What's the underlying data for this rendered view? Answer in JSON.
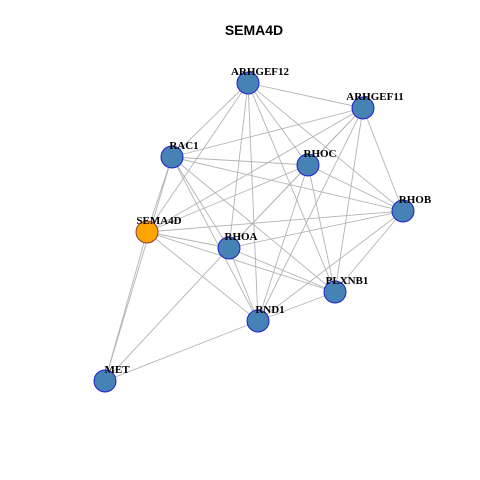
{
  "title": "SEMA4D",
  "colors": {
    "node_fill": "#4682b4",
    "node_stroke": "#1f1fcc",
    "highlight_fill": "#ffa500",
    "highlight_stroke": "#8b3a3a",
    "edge": "#b4b4b4"
  },
  "nodes": [
    {
      "id": "ARHGEF12",
      "label": "ARHGEF12",
      "highlight": false
    },
    {
      "id": "ARHGEF11",
      "label": "ARHGEF11",
      "highlight": false
    },
    {
      "id": "RAC1",
      "label": "RAC1",
      "highlight": false
    },
    {
      "id": "RHOC",
      "label": "RHOC",
      "highlight": false
    },
    {
      "id": "RHOB",
      "label": "RHOB",
      "highlight": false
    },
    {
      "id": "SEMA4D",
      "label": "SEMA4D",
      "highlight": true
    },
    {
      "id": "RHOA",
      "label": "RHOA",
      "highlight": false
    },
    {
      "id": "PLXNB1",
      "label": "PLXNB1",
      "highlight": false
    },
    {
      "id": "RND1",
      "label": "RND1",
      "highlight": false
    },
    {
      "id": "MET",
      "label": "MET",
      "highlight": false
    }
  ],
  "edges": [
    [
      "ARHGEF12",
      "ARHGEF11"
    ],
    [
      "ARHGEF12",
      "RAC1"
    ],
    [
      "ARHGEF12",
      "RHOC"
    ],
    [
      "ARHGEF12",
      "RHOB"
    ],
    [
      "ARHGEF12",
      "RHOA"
    ],
    [
      "ARHGEF12",
      "PLXNB1"
    ],
    [
      "ARHGEF12",
      "RND1"
    ],
    [
      "ARHGEF12",
      "SEMA4D"
    ],
    [
      "ARHGEF11",
      "RAC1"
    ],
    [
      "ARHGEF11",
      "RHOC"
    ],
    [
      "ARHGEF11",
      "RHOB"
    ],
    [
      "ARHGEF11",
      "RHOA"
    ],
    [
      "ARHGEF11",
      "PLXNB1"
    ],
    [
      "ARHGEF11",
      "RND1"
    ],
    [
      "ARHGEF11",
      "SEMA4D"
    ],
    [
      "RAC1",
      "RHOC"
    ],
    [
      "RAC1",
      "RHOB"
    ],
    [
      "RAC1",
      "RHOA"
    ],
    [
      "RAC1",
      "PLXNB1"
    ],
    [
      "RAC1",
      "RND1"
    ],
    [
      "RAC1",
      "SEMA4D"
    ],
    [
      "RAC1",
      "MET"
    ],
    [
      "RHOC",
      "RHOB"
    ],
    [
      "RHOC",
      "RHOA"
    ],
    [
      "RHOC",
      "PLXNB1"
    ],
    [
      "RHOC",
      "RND1"
    ],
    [
      "RHOC",
      "SEMA4D"
    ],
    [
      "RHOB",
      "RHOA"
    ],
    [
      "RHOB",
      "PLXNB1"
    ],
    [
      "RHOB",
      "RND1"
    ],
    [
      "RHOB",
      "SEMA4D"
    ],
    [
      "SEMA4D",
      "RHOA"
    ],
    [
      "SEMA4D",
      "PLXNB1"
    ],
    [
      "SEMA4D",
      "RND1"
    ],
    [
      "SEMA4D",
      "MET"
    ],
    [
      "RHOA",
      "PLXNB1"
    ],
    [
      "RHOA",
      "RND1"
    ],
    [
      "RHOA",
      "MET"
    ],
    [
      "PLXNB1",
      "RND1"
    ],
    [
      "RND1",
      "MET"
    ]
  ]
}
